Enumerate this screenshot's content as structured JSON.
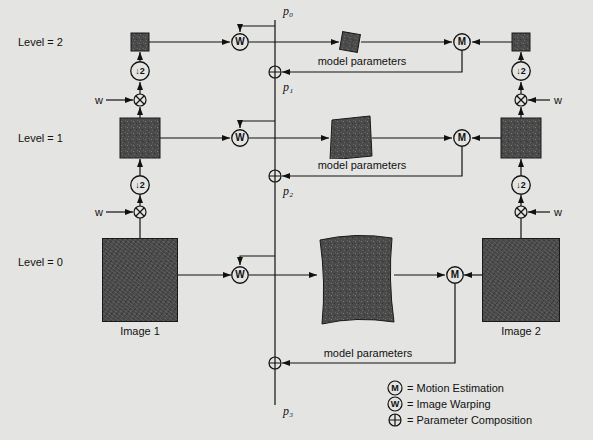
{
  "diagram": {
    "nodes": [
      {
        "text": [
          "W"
        ]
      },
      {
        "text": [
          "M"
        ]
      },
      {
        "text": [
          "↓2"
        ]
      },
      {
        "text": [
          "↓2"
        ]
      },
      {
        "text": [
          "W"
        ]
      },
      {
        "text": [
          "M"
        ]
      },
      {
        "text": [
          "↓2"
        ]
      },
      {
        "text": [
          "↓2"
        ]
      },
      {
        "text": [
          "Image 1"
        ]
      },
      {
        "text": [
          "W"
        ]
      },
      {
        "text": [
          "M"
        ]
      },
      {
        "text": [
          "Image 2"
        ]
      }
    ],
    "edges": [
      {
        "from": 8,
        "to": 9,
        "arrow": "to"
      },
      {
        "from": 11,
        "to": 10,
        "arrow": "to"
      },
      {
        "from": 8,
        "to": 6,
        "arrow": "to"
      },
      {
        "from": 11,
        "to": 7,
        "arrow": "to"
      }
    ],
    "labels": [
      "p₀",
      "Level = 2",
      "model parameters",
      "p₁",
      "w",
      "w",
      "Level = 1",
      "model parameters",
      "p₂",
      "w",
      "w",
      "Level = 0",
      "model parameters",
      "p₃",
      "M",
      "W"
    ],
    "legend": [
      {
        "text": "= Motion Estimation"
      },
      {
        "text": "= Image Warping"
      },
      {
        "text": "= Parameter Composition"
      }
    ]
  }
}
